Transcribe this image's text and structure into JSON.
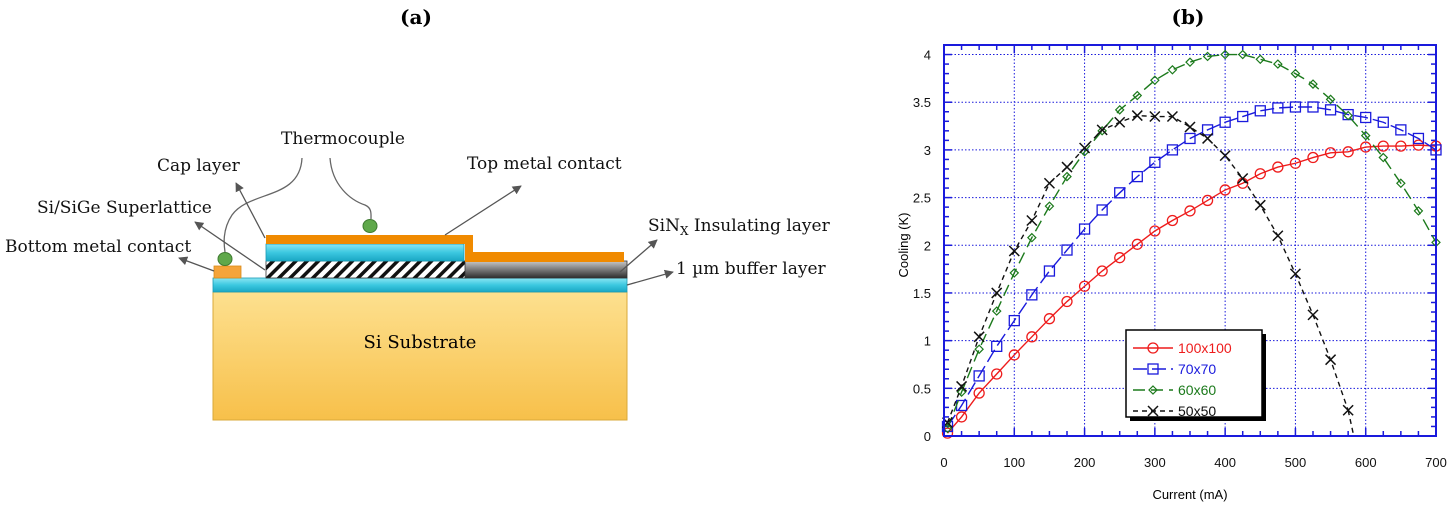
{
  "panel_a": {
    "label": "(a)",
    "labels": {
      "thermocouple": "Thermocouple",
      "cap_layer": "Cap layer",
      "superlattice": "Si/SiGe Superlattice",
      "bottom_contact": "Bottom metal contact",
      "top_contact": "Top metal contact",
      "sinx_main": "SiN",
      "sinx_sub": "X",
      "sinx_rest": " Insulating layer",
      "buffer": "1 µm buffer layer",
      "substrate": "Si Substrate"
    },
    "colors": {
      "metal": "#f08a00",
      "cap": "#3cc8e0",
      "buffer": "#3cc8e0",
      "substrate": "#fbd57a",
      "insulator": "#6a6a6a",
      "thermocouple_bead": "#5fa84a",
      "bottom_contact": "#f5a43a"
    }
  },
  "chart_data": {
    "type": "line",
    "panel_label": "(b)",
    "xlabel": "Current (mA)",
    "ylabel": "Cooling (K)",
    "xlim": [
      0,
      700
    ],
    "ylim": [
      0,
      4.1
    ],
    "xticks": [
      0,
      100,
      200,
      300,
      400,
      500,
      600,
      700
    ],
    "yticks": [
      0,
      0.5,
      1,
      1.5,
      2,
      2.5,
      3,
      3.5,
      4
    ],
    "ytick_labels": [
      "0",
      "0.5",
      "1",
      "1.5",
      "2",
      "2.5",
      "3",
      "3.5",
      "4"
    ],
    "grid": true,
    "legend_position": "bottom-center",
    "x": [
      5,
      25,
      50,
      75,
      100,
      125,
      150,
      175,
      200,
      225,
      250,
      275,
      300,
      325,
      350,
      375,
      400,
      425,
      450,
      475,
      500,
      525,
      550,
      575,
      600,
      625,
      650,
      675,
      700
    ],
    "series": [
      {
        "name": "100x100",
        "color": "#ee1c1c",
        "marker": "circle",
        "dash": "",
        "values": [
          0.03,
          0.2,
          0.45,
          0.65,
          0.85,
          1.04,
          1.23,
          1.41,
          1.57,
          1.73,
          1.87,
          2.01,
          2.15,
          2.26,
          2.36,
          2.47,
          2.58,
          2.65,
          2.75,
          2.82,
          2.86,
          2.92,
          2.97,
          2.98,
          3.03,
          3.04,
          3.04,
          3.05,
          3.04
        ]
      },
      {
        "name": "70x70",
        "color": "#1a1adc",
        "marker": "square",
        "dash": "14,5",
        "values": [
          0.1,
          0.32,
          0.63,
          0.94,
          1.21,
          1.48,
          1.73,
          1.95,
          2.17,
          2.37,
          2.55,
          2.72,
          2.87,
          3.0,
          3.12,
          3.21,
          3.29,
          3.35,
          3.41,
          3.44,
          3.45,
          3.45,
          3.42,
          3.37,
          3.34,
          3.29,
          3.21,
          3.12,
          3.0
        ]
      },
      {
        "name": "60x60",
        "color": "#1c7a1c",
        "marker": "diamond",
        "dash": "12,6",
        "values": [
          0.08,
          0.46,
          0.91,
          1.31,
          1.71,
          2.08,
          2.41,
          2.72,
          2.98,
          3.2,
          3.42,
          3.57,
          3.73,
          3.84,
          3.92,
          3.98,
          4.0,
          4.0,
          3.95,
          3.9,
          3.8,
          3.69,
          3.53,
          3.36,
          3.15,
          2.92,
          2.65,
          2.36,
          2.03
        ]
      },
      {
        "name": "50x50",
        "color": "#111111",
        "marker": "x",
        "dash": "5,4",
        "values": [
          0.14,
          0.52,
          1.04,
          1.5,
          1.94,
          2.26,
          2.65,
          2.82,
          3.02,
          3.21,
          3.29,
          3.36,
          3.35,
          3.35,
          3.24,
          3.12,
          2.94,
          2.7,
          2.42,
          2.1,
          1.7,
          1.27,
          0.8,
          0.27,
          null,
          null,
          null,
          null,
          null
        ]
      }
    ]
  }
}
